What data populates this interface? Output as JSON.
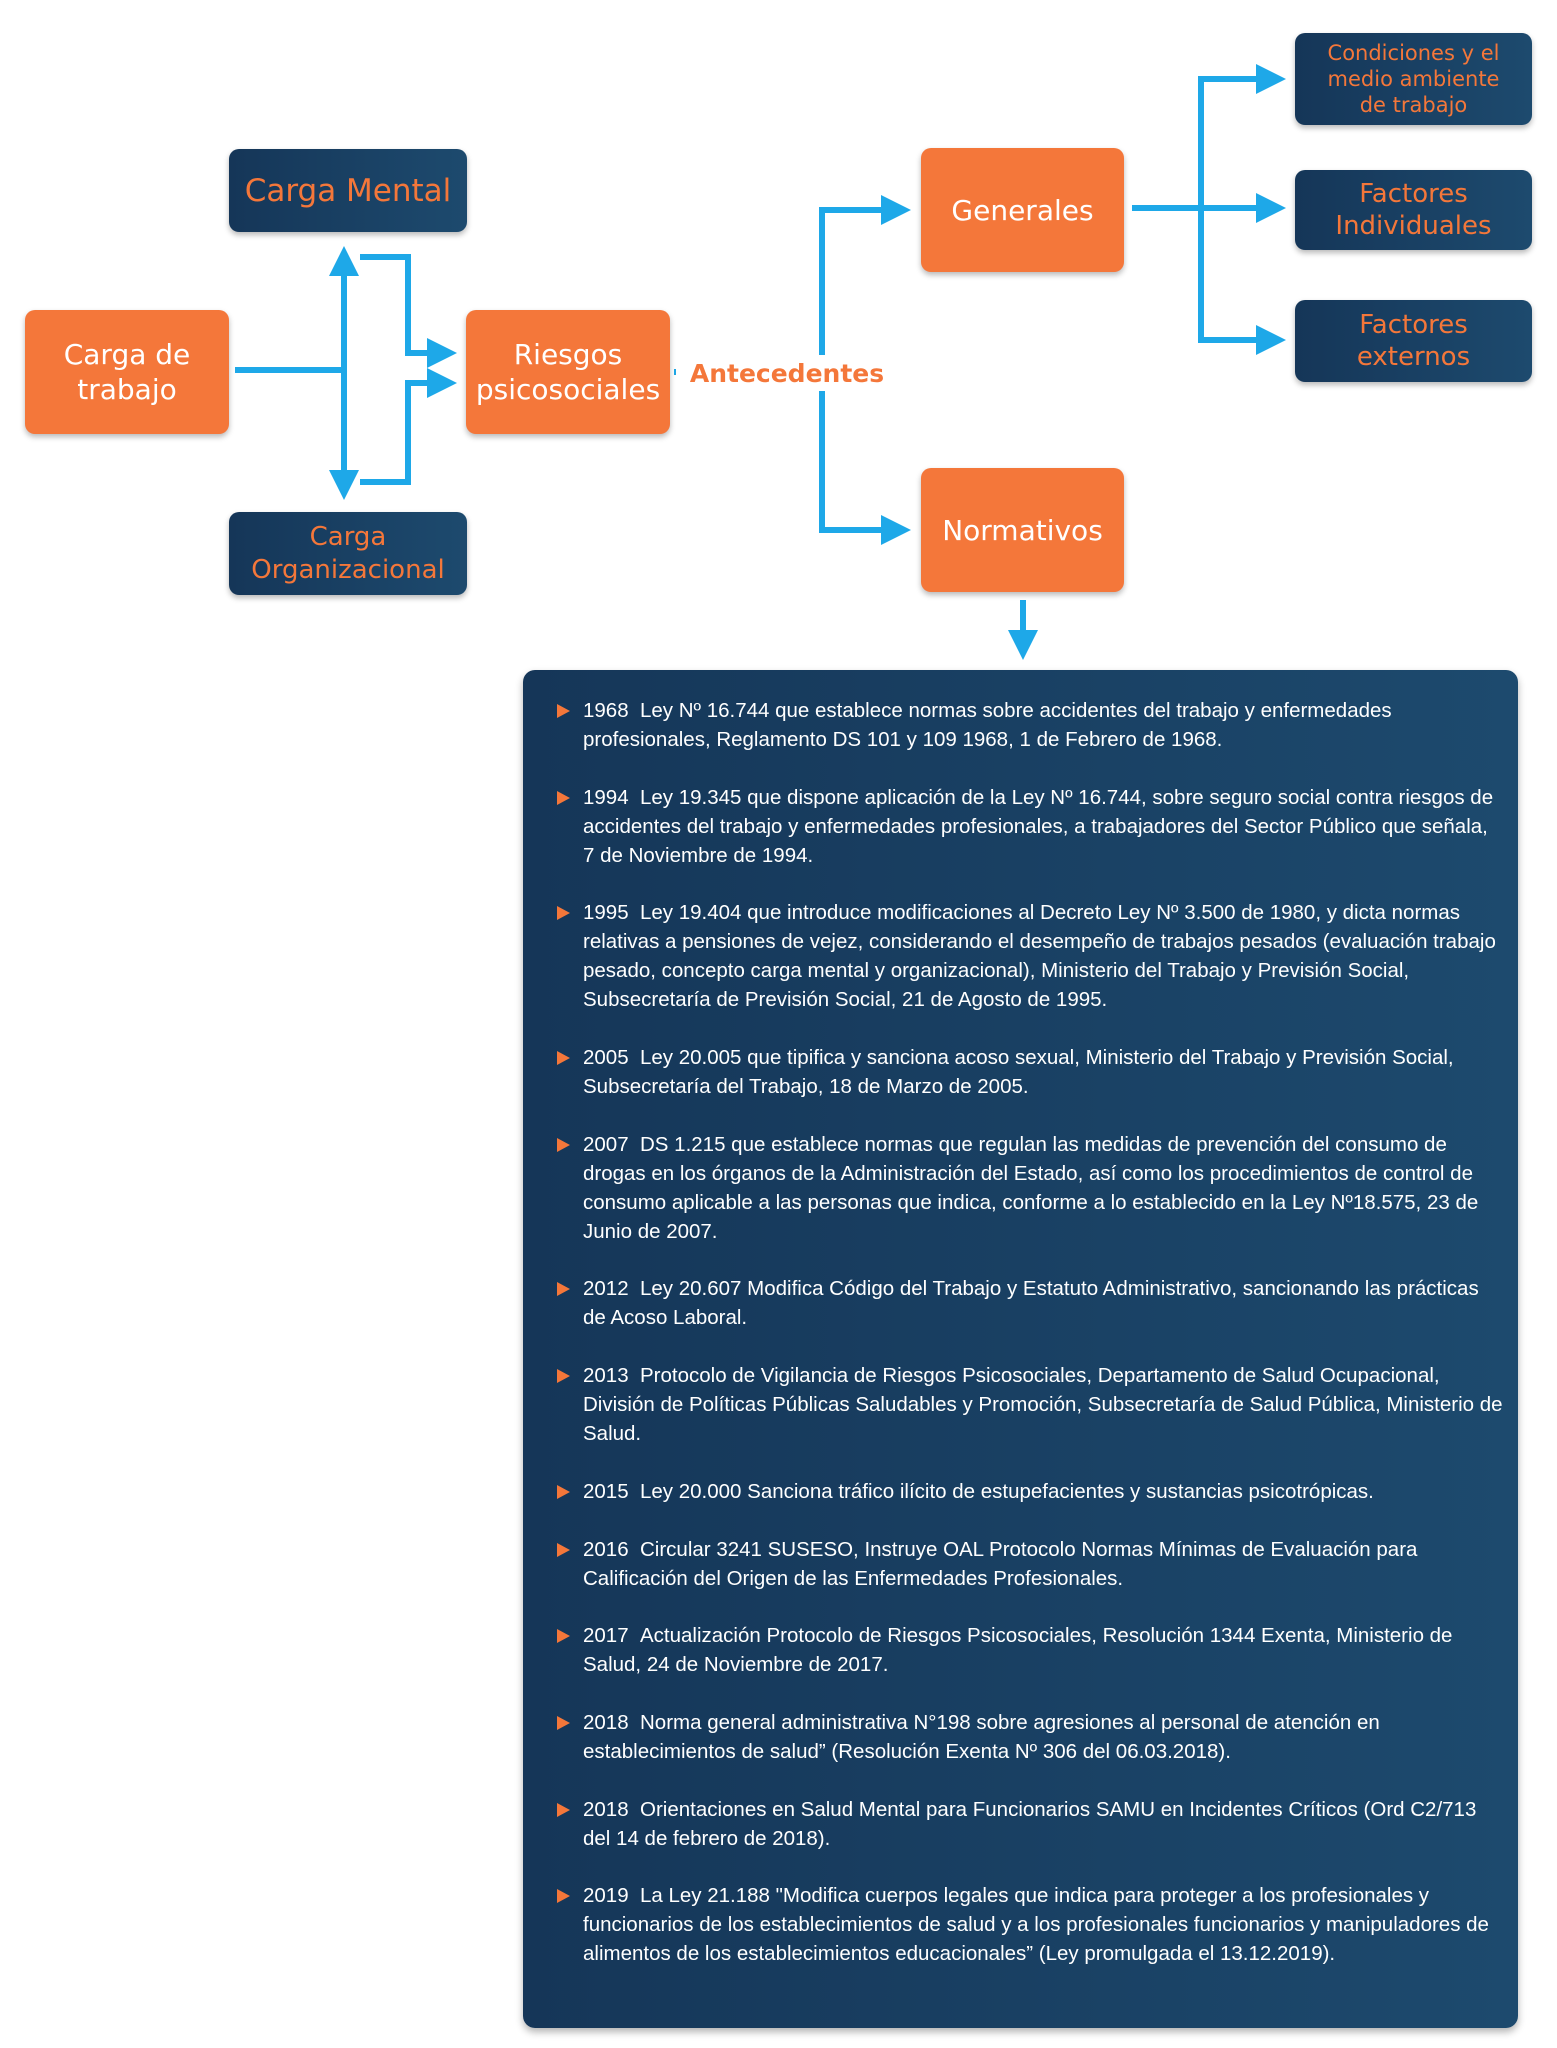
{
  "diagram": {
    "nodes": {
      "carga_trabajo": "Carga de\ntrabajo",
      "carga_mental": "Carga Mental",
      "carga_organizacional": "Carga\nOrganizacional",
      "riesgos_psicosociales": "Riesgos\npsicosociales",
      "antecedentes": "Antecedentes",
      "generales": "Generales",
      "normativos": "Normativos",
      "condiciones": "Condiciones y el\nmedio ambiente\nde trabajo",
      "factores_individuales": "Factores\nIndividuales",
      "factores_externos": "Factores\nexternos"
    },
    "colors": {
      "orange_box": "#f4773a",
      "navy_box": "#153658",
      "connector": "#1ea8e8",
      "label_text": "#f4773a"
    }
  },
  "normativa": [
    {
      "year": "1968",
      "text": "Ley Nº 16.744 que establece normas sobre accidentes del trabajo y enfermedades profesionales, Reglamento DS 101 y 109 1968, 1 de Febrero de 1968."
    },
    {
      "year": "1994",
      "text": "Ley 19.345 que dispone aplicación de la Ley Nº 16.744, sobre seguro social contra riesgos de accidentes del trabajo y enfermedades profesionales, a trabajadores del Sector Público que señala, 7 de Noviembre de 1994."
    },
    {
      "year": "1995",
      "text": "Ley 19.404 que introduce modificaciones al Decreto Ley Nº 3.500 de 1980, y dicta normas relativas a pensiones de vejez, considerando el desempeño de trabajos pesados (evaluación trabajo pesado, concepto carga mental y organizacional), Ministerio del Trabajo y Previsión Social, Subsecretaría de Previsión Social, 21 de Agosto de 1995."
    },
    {
      "year": "2005",
      "text": "Ley 20.005 que tipifica y sanciona acoso sexual, Ministerio del Trabajo y Previsión Social, Subsecretaría del Trabajo, 18 de Marzo de 2005."
    },
    {
      "year": "2007",
      "text": "DS 1.215 que establece normas que regulan las medidas de prevención del consumo de drogas en los órganos de la Administración del Estado, así como los procedimientos de control de consumo aplicable a las personas que indica, conforme a lo establecido en la Ley Nº18.575, 23 de Junio de 2007."
    },
    {
      "year": "2012",
      "text": "Ley 20.607 Modifica Código del Trabajo y Estatuto Administrativo, sancionando las prácticas de Acoso Laboral."
    },
    {
      "year": "2013",
      "text": "Protocolo de Vigilancia de Riesgos Psicosociales, Departamento de Salud Ocupacional, División de Políticas Públicas Saludables y Promoción, Subsecretaría de Salud Pública, Ministerio de Salud."
    },
    {
      "year": "2015",
      "text": "Ley 20.000 Sanciona tráfico ilícito de estupefacientes y sustancias psicotrópicas."
    },
    {
      "year": "2016",
      "text": "Circular 3241 SUSESO, Instruye OAL Protocolo Normas Mínimas de Evaluación para Calificación del Origen de las Enfermedades Profesionales."
    },
    {
      "year": "2017",
      "text": "Actualización Protocolo de Riesgos Psicosociales, Resolución 1344 Exenta, Ministerio de Salud, 24 de Noviembre de 2017."
    },
    {
      "year": "2018",
      "text": "Norma general administrativa N°198 sobre agresiones al personal de atención en establecimientos de salud” (Resolución Exenta Nº 306 del 06.03.2018)."
    },
    {
      "year": "2018",
      "text": "Orientaciones en Salud Mental para Funcionarios SAMU en Incidentes Críticos (Ord C2/713 del 14 de febrero de 2018)."
    },
    {
      "year": "2019",
      "text": "La Ley 21.188 \"Modifica cuerpos legales que indica para proteger a los profesionales y funcionarios de los establecimientos de salud y a los profesionales funcionarios y manipuladores de alimentos de los establecimientos educacionales” (Ley promulgada el 13.12.2019)."
    }
  ]
}
